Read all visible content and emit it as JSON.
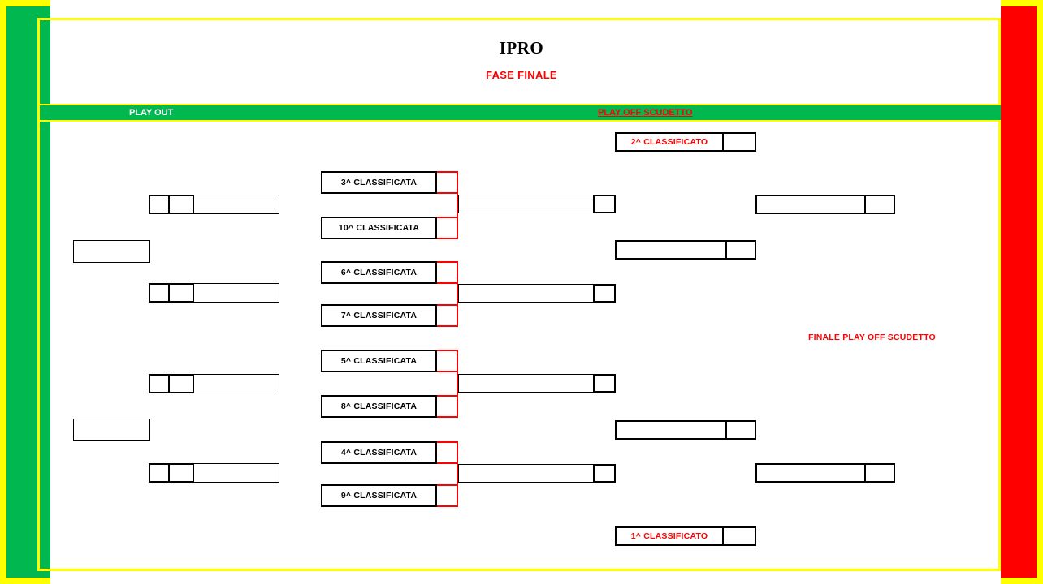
{
  "document": {
    "title": "IPRO",
    "subtitle": "FASE FINALE"
  },
  "colors": {
    "flag_green": "#00b84f",
    "flag_white": "#ffffff",
    "flag_red": "#ff0000",
    "border_yellow": "#ffff00",
    "accent_red": "#ff0000",
    "line_black": "#000000"
  },
  "section_bar": {
    "left_label": "PLAY OUT",
    "right_label": "PLAY OFF SCUDETTO"
  },
  "bracket": {
    "finale_label": "FINALE PLAY OFF SCUDETTO",
    "second_place": {
      "label": "2^ CLASSIFICATO",
      "score": ""
    },
    "first_place": {
      "label": "1^ CLASSIFICATO",
      "score": ""
    },
    "seeds": [
      {
        "label": "3^ CLASSIFICATA",
        "score": ""
      },
      {
        "label": "10^ CLASSIFICATA",
        "score": ""
      },
      {
        "label": "6^ CLASSIFICATA",
        "score": ""
      },
      {
        "label": "7^ CLASSIFICATA",
        "score": ""
      },
      {
        "label": "5^ CLASSIFICATA",
        "score": ""
      },
      {
        "label": "8^ CLASSIFICATA",
        "score": ""
      },
      {
        "label": "4^ CLASSIFICATA",
        "score": ""
      },
      {
        "label": "9^ CLASSIFICATA",
        "score": ""
      }
    ],
    "quarter_results": [
      {
        "team": "",
        "score": ""
      },
      {
        "team": "",
        "score": ""
      },
      {
        "team": "",
        "score": ""
      },
      {
        "team": "",
        "score": ""
      }
    ],
    "semi_results": [
      {
        "team": "",
        "score": ""
      },
      {
        "team": "",
        "score": ""
      }
    ],
    "final_results": [
      {
        "team": "",
        "score": ""
      },
      {
        "team": "",
        "score": ""
      }
    ]
  },
  "playout": {
    "matches": [
      {
        "cell_a": "",
        "cell_b": "",
        "team": ""
      },
      {
        "cell_a": "",
        "cell_b": "",
        "team": ""
      },
      {
        "cell_a": "",
        "cell_b": "",
        "team": ""
      },
      {
        "cell_a": "",
        "cell_b": "",
        "team": ""
      }
    ],
    "standalone": [
      {
        "team": ""
      },
      {
        "team": ""
      }
    ]
  }
}
